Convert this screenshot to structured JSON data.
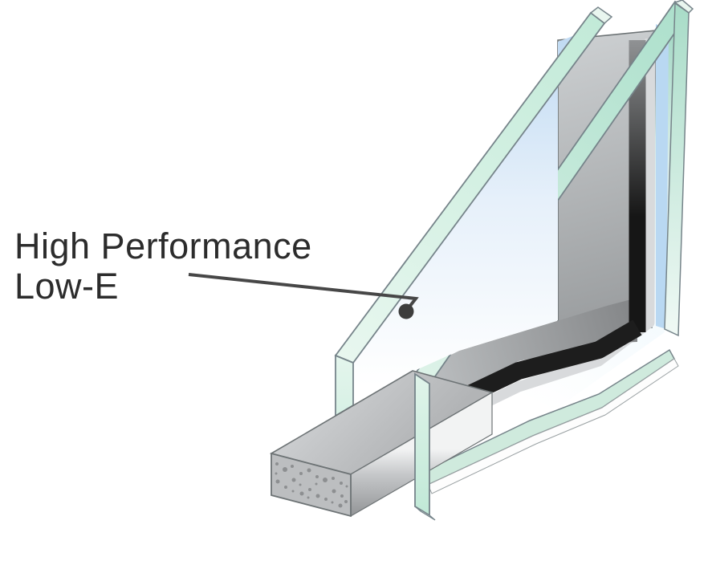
{
  "annotation": {
    "line1": "High Performance",
    "line2": "Low-E"
  },
  "diagram": {
    "subject": "insulated-glazing-unit-corner-cutaway",
    "parts": [
      "front-pane-glass",
      "back-pane-glass",
      "spacer-frame",
      "sealant",
      "desiccant-spacer-bar"
    ],
    "colors": {
      "glass_blue": "#c3dcf4",
      "glass_pale": "#e8f1fa",
      "glass_edge_green": "#cdeedd",
      "glass_edge_green_dark": "#a9dcc8",
      "frame_gray_light": "#cdd0d2",
      "frame_gray_dark": "#95989a",
      "sealant_black": "#1d1d1d",
      "spacer_speckle": "#8d8f91",
      "outline_gray": "#6d7375",
      "callout": "#3d3d3d",
      "text": "#2c2c2c",
      "background": "#ffffff"
    }
  }
}
